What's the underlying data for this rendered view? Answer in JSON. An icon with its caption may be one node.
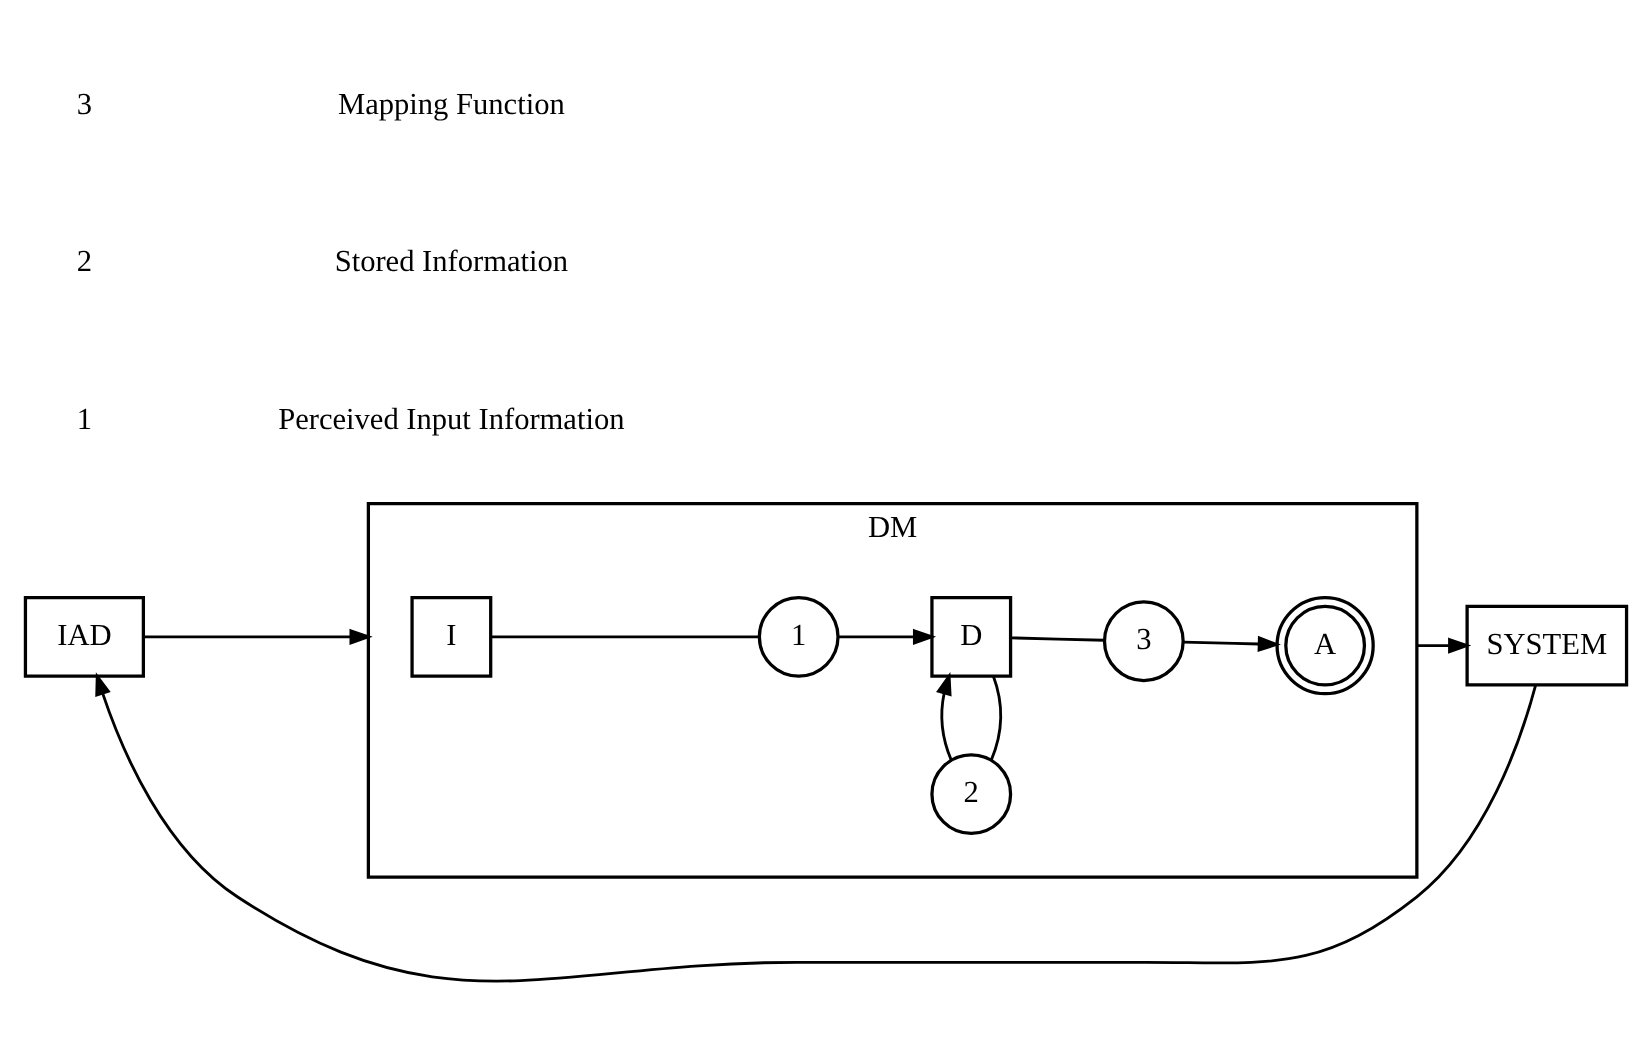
{
  "diagram": {
    "nodes": [
      {
        "text": [
          "DM"
        ]
      },
      {
        "text": [
          "IAD"
        ]
      },
      {
        "text": [
          "I"
        ],
        "in": 0
      },
      {
        "text": [
          "1"
        ],
        "in": 0
      },
      {
        "text": [
          "D"
        ],
        "in": 0
      },
      {
        "text": [
          "2"
        ],
        "in": 0
      },
      {
        "text": [
          "3"
        ],
        "in": 0
      },
      {
        "text": [
          "A"
        ],
        "in": 0
      },
      {
        "text": [
          "SYSTEM"
        ]
      }
    ],
    "edges": [
      {
        "from": 1,
        "to": 0,
        "arrow": "to"
      },
      {
        "from": 2,
        "to": 3,
        "arrow": "none"
      },
      {
        "from": 3,
        "to": 4,
        "arrow": "to"
      },
      {
        "from": 4,
        "to": 5,
        "arrow": "none"
      },
      {
        "from": 5,
        "to": 4,
        "arrow": "to"
      },
      {
        "from": 4,
        "to": 6,
        "arrow": "none"
      },
      {
        "from": 6,
        "to": 7,
        "arrow": "to"
      },
      {
        "from": 0,
        "to": 8,
        "arrow": "to"
      },
      {
        "from": 8,
        "to": 1,
        "arrow": "to"
      }
    ],
    "labels": [
      "1",
      "Perceived Input Information",
      "2",
      "Stored Information",
      "3",
      "Mapping Function"
    ]
  }
}
